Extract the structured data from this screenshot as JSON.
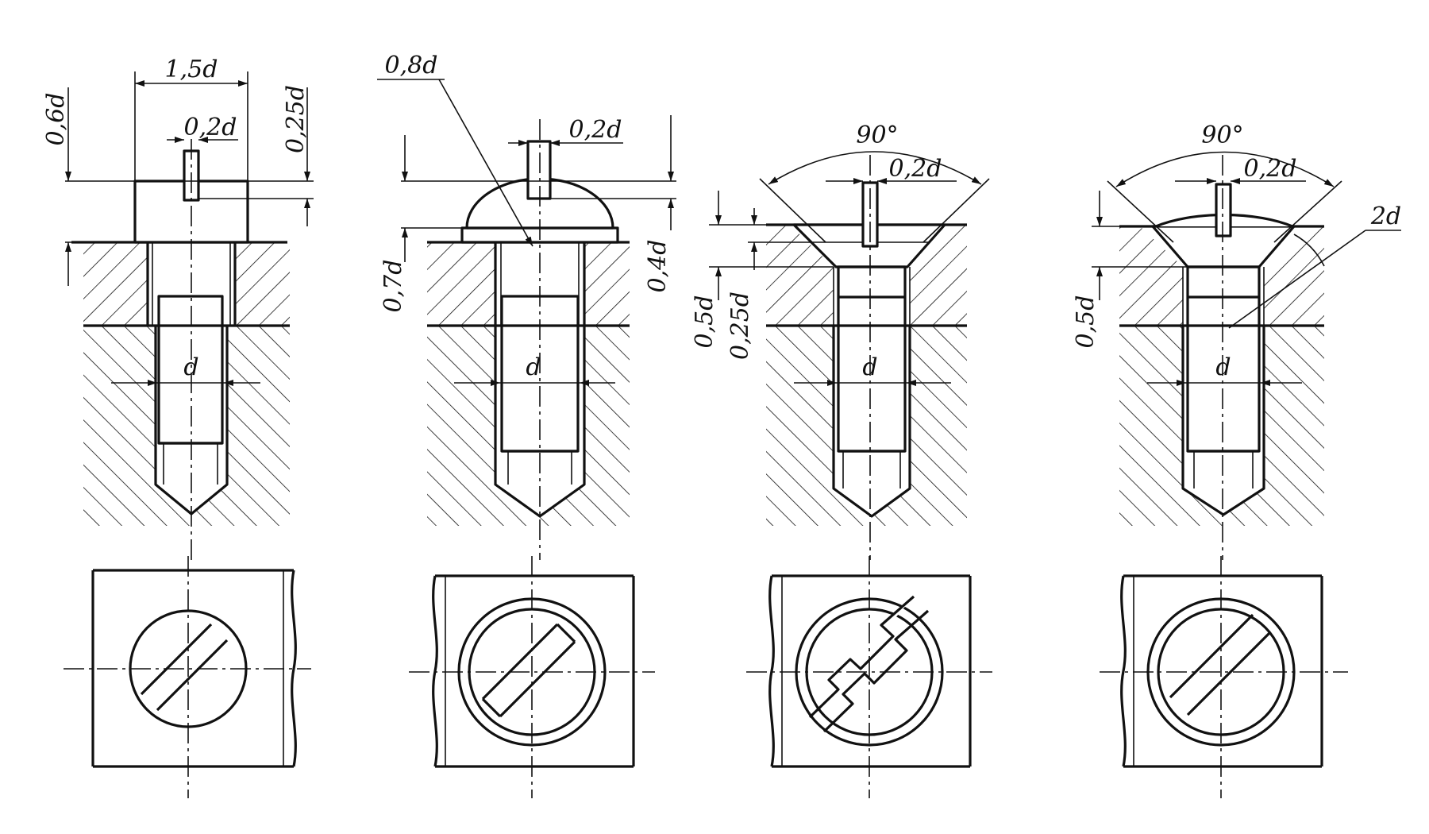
{
  "views": [
    {
      "type": "cheese-head",
      "labels": {
        "head_width": "1,5d",
        "head_height": "0,6d",
        "slot_width": "0,2d",
        "slot_depth": "0,25d",
        "diameter": "d"
      }
    },
    {
      "type": "round-head",
      "labels": {
        "head_radius": "0,8d",
        "slot_width": "0,2d",
        "head_height": "0,7d",
        "slot_depth": "0,4d",
        "diameter": "d"
      }
    },
    {
      "type": "countersunk",
      "labels": {
        "angle": "90°",
        "slot_width": "0,2d",
        "head_height": "0,5d",
        "slot_depth": "0,25d",
        "diameter": "d"
      }
    },
    {
      "type": "raised-countersunk",
      "labels": {
        "angle": "90°",
        "slot_width": "0,2d",
        "dome_radius": "2d",
        "head_height": "0,5d",
        "diameter": "d"
      }
    }
  ]
}
